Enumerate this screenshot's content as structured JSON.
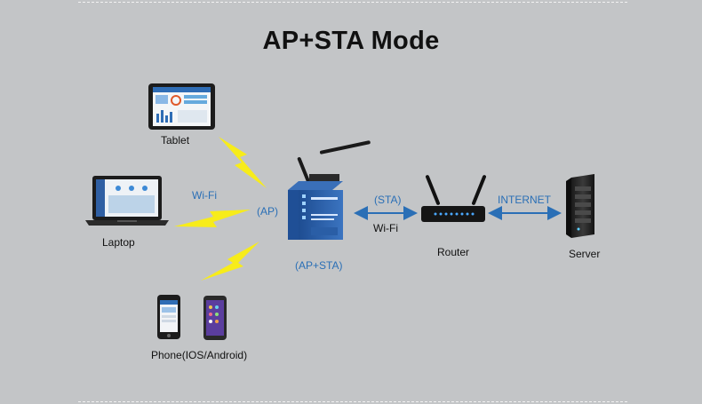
{
  "title": "AP+STA Mode",
  "devices": {
    "tablet": "Tablet",
    "laptop": "Laptop",
    "phone": "Phone(IOS/Android)",
    "router": "Router",
    "server": "Server"
  },
  "links": {
    "wifi_left": "Wi-Fi",
    "ap": "(AP)",
    "ap_sta": "(AP+STA)",
    "sta": "(STA)",
    "wifi_right": "Wi-Fi",
    "internet": "INTERNET"
  },
  "colors": {
    "background": "#c3c5c7",
    "bolt": "#f7ec1a",
    "link_text": "#2a6fb6",
    "device_blue": "#2d5fa8"
  }
}
